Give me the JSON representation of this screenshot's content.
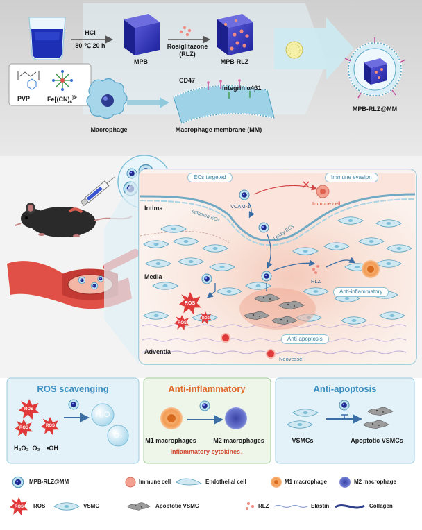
{
  "synthesis": {
    "pvp": "PVP",
    "fe_complex_main": "Fe[(CN)",
    "fe_complex_sub": "6",
    "fe_complex_sup": "]3-",
    "hcl": "HCl",
    "conditions": "80 ℃ 20 h",
    "mpb": "MPB",
    "rosiglitazone": "Rosiglitazone",
    "rlz_abbr": "(RLZ)",
    "mpb_rlz": "MPB-RLZ",
    "cd47": "CD47",
    "integrin": "Integrin α4β1",
    "macrophage": "Macrophage",
    "membrane": "Macrophage membrane (MM)",
    "final": "MPB-RLZ@MM"
  },
  "vessel": {
    "ecs_targeted": "ECs targeted",
    "immune_evasion": "Immune evasion",
    "immune_cell": "Immune cell",
    "vcam": "VCAM-1",
    "inflamed_ecs": "Inflamed ECs",
    "leaky_ecs": "Leaky ECs",
    "intima": "Intima",
    "media": "Media",
    "adventitia": "Adventia",
    "rlz": "RLZ",
    "anti_inflammatory": "Anti-inflammatory",
    "anti_apoptosis": "Anti-apoptosis",
    "neovessel": "Neovessel",
    "ros": "ROS"
  },
  "panels": {
    "ros_title": "ROS scavenging",
    "ros": "ROS",
    "species_h2o2": "H₂O₂",
    "species_o2": "O₂⁻",
    "species_oh": "•OH",
    "h2o": "H₂O",
    "o2": "O₂",
    "inflam_title": "Anti-inflammatory",
    "m1": "M1 macrophages",
    "m2": "M2 macrophages",
    "cytokines": "Inflammatory cytokines↓",
    "apop_title": "Anti-apoptosis",
    "vsmcs": "VSMCs",
    "apoptotic_vsmcs": "Apoptotic VSMCs"
  },
  "legend": {
    "mpb_rlz_mm": "MPB-RLZ@MM",
    "immune_cell": "Immune cell",
    "endothelial_cell": "Endothelial cell",
    "m1_macrophage": "M1 macrophage",
    "m2_macrophage": "M2 macrophage",
    "ros_icon_text": "ROS",
    "ros": "ROS",
    "vsmc": "VSMC",
    "apoptotic_vsmc": "Apoptotic VSMC",
    "rlz": "RLZ",
    "elastin": "Elastin",
    "collagen": "Collagen"
  },
  "colors": {
    "top_band": "#d8d8d8",
    "tissue_bg": "#fbeee9",
    "vsmc": "#cfe8f2",
    "vsmc_stroke": "#5aa0bd",
    "ros_red": "#e0393a",
    "panel_ros_title": "#3b8fc0",
    "panel_inflam_title": "#e06a2c",
    "panel_apop_title": "#3b8fc0",
    "m1": "#f2a25d",
    "m2": "#6570c9",
    "cytokine_text": "#d2462f"
  }
}
